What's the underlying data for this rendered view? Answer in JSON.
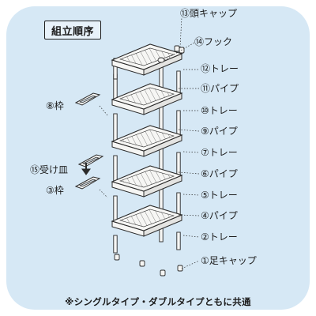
{
  "title": "組立順序",
  "colors": {
    "panel": "#d6e8f5",
    "line": "#2a2a2a",
    "part_fill": "#f6f6f4"
  },
  "parts_right": [
    {
      "num": "⑬",
      "name": "頭キャップ"
    },
    {
      "num": "⑭",
      "name": "フック"
    },
    {
      "num": "⑫",
      "name": "トレー"
    },
    {
      "num": "⑪",
      "name": "パイプ"
    },
    {
      "num": "⑩",
      "name": "トレー"
    },
    {
      "num": "⑨",
      "name": "パイプ"
    },
    {
      "num": "⑦",
      "name": "トレー"
    },
    {
      "num": "⑥",
      "name": "パイプ"
    },
    {
      "num": "⑤",
      "name": "トレー"
    },
    {
      "num": "④",
      "name": "パイプ"
    },
    {
      "num": "②",
      "name": "トレー"
    },
    {
      "num": "①",
      "name": "足キャップ"
    }
  ],
  "parts_left": [
    {
      "num": "⑧",
      "name": "枠"
    },
    {
      "num": "⑮",
      "name": "受け皿"
    },
    {
      "num": "③",
      "name": "枠"
    }
  ],
  "footnote": "※シングルタイプ・ダブルタイプともに共通"
}
